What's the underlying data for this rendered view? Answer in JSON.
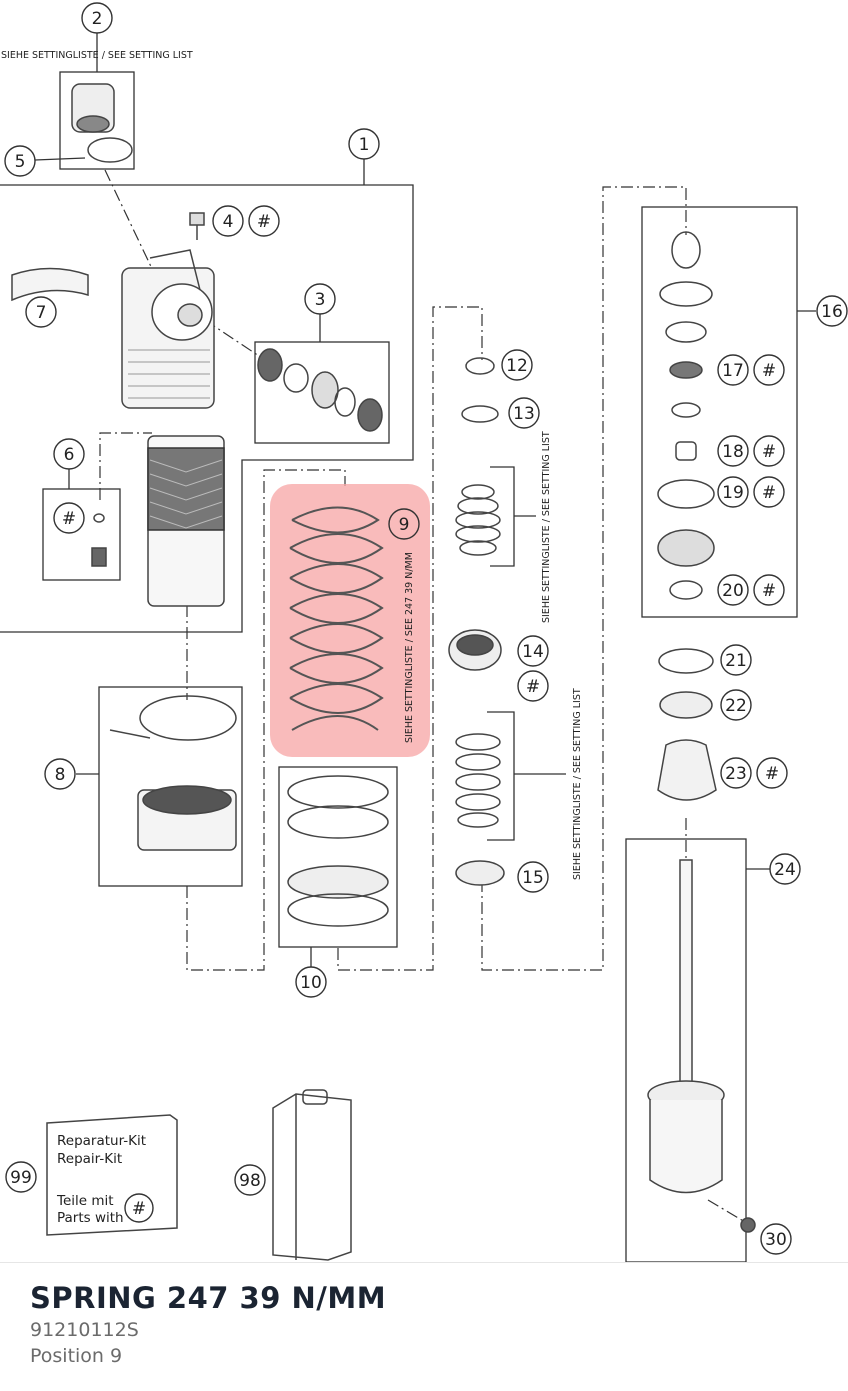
{
  "diagram": {
    "callouts": [
      "1",
      "2",
      "3",
      "4",
      "5",
      "6",
      "7",
      "8",
      "9",
      "10",
      "12",
      "13",
      "14",
      "15",
      "16",
      "17",
      "18",
      "19",
      "20",
      "21",
      "22",
      "23",
      "24",
      "30",
      "98",
      "99"
    ],
    "hash_symbol": "#",
    "see_setting_list": "SIEHE SETTINGLISTE / SEE SETTING LIST",
    "spring_label": "SIEHE SETTINGLISTE / SEE 247 39 N/MM",
    "repair_kit": {
      "line1": "Reparatur-Kit",
      "line2": "Repair-Kit",
      "line3": "Teile mit",
      "line4": "Parts with"
    },
    "highlight_color": "#f7a8a8",
    "line_color": "#333333"
  },
  "part": {
    "title": "SPRING 247 39 N/MM",
    "number": "91210112S",
    "position": "Position 9"
  }
}
